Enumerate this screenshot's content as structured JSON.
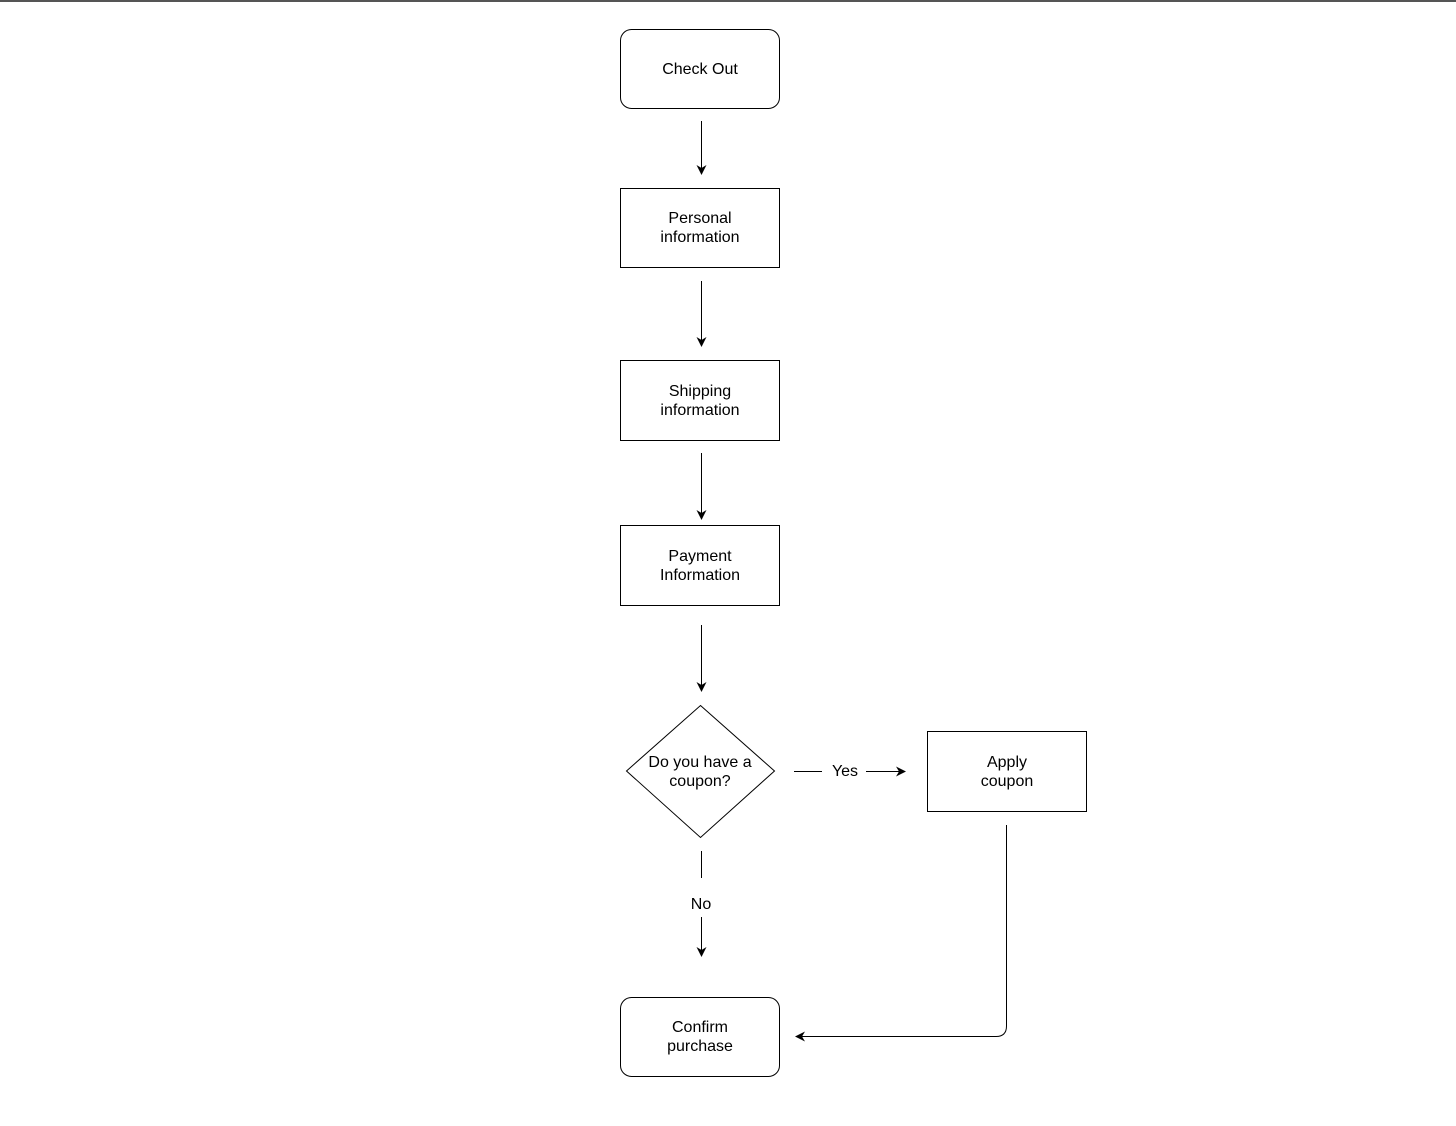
{
  "nodes": {
    "checkout": {
      "label": "Check Out"
    },
    "personal": {
      "label": "Personal\ninformation"
    },
    "shipping": {
      "label": "Shipping\ninformation"
    },
    "payment": {
      "label": "Payment\nInformation"
    },
    "coupon_question": {
      "label": "Do you have a\ncoupon?"
    },
    "apply_coupon": {
      "label": "Apply\ncoupon"
    },
    "confirm": {
      "label": "Confirm\npurchase"
    }
  },
  "edges": {
    "yes_label": "Yes",
    "no_label": "No"
  },
  "colors": {
    "stroke": "#000000",
    "background": "#ffffff"
  }
}
